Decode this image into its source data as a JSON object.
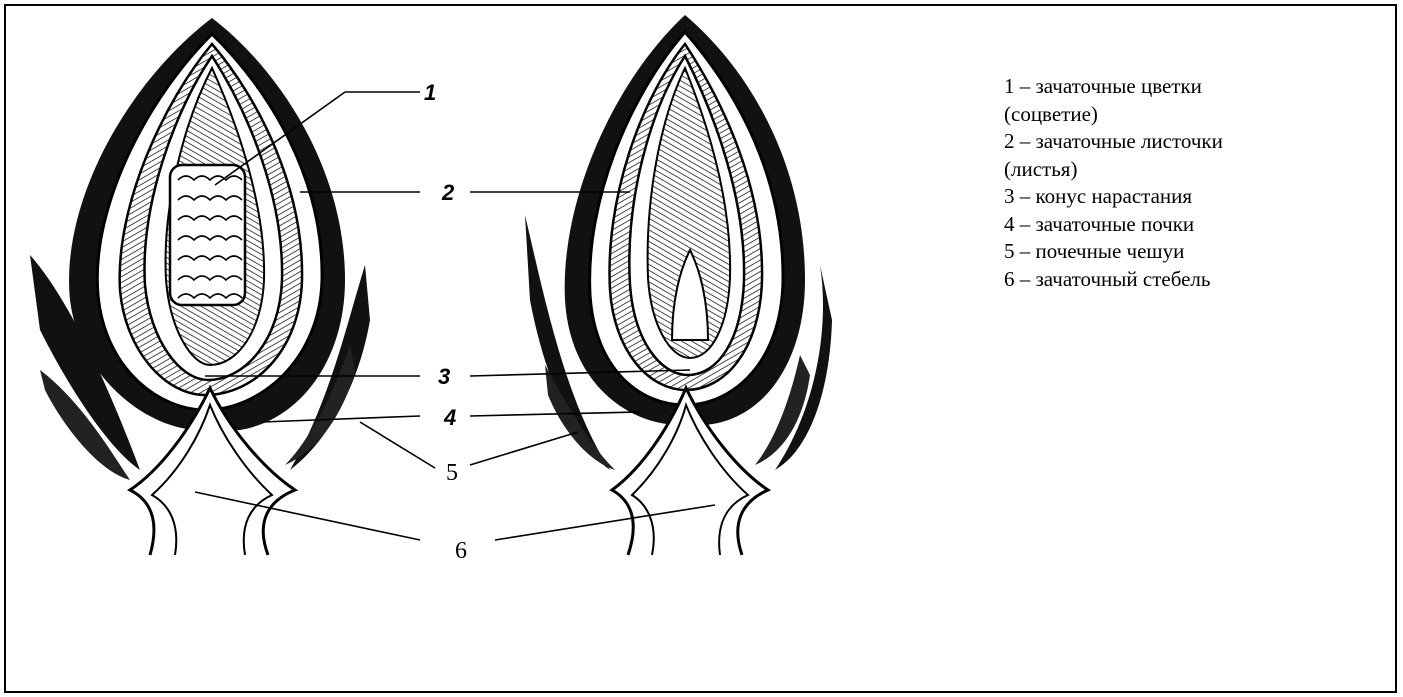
{
  "diagram": {
    "left_bud": {
      "labels": [
        "1",
        "2"
      ]
    },
    "center_labels": [
      "3",
      "4",
      "5",
      "6"
    ]
  },
  "legend": {
    "items": [
      "1 – зачаточные цветки",
      "(соцветие)",
      "2 – зачаточные листочки",
      "(листья)",
      "3 – конус нарастания",
      "4 – зачаточные почки",
      "5 – почечные чешуи",
      "6 – зачаточный стебель"
    ]
  }
}
